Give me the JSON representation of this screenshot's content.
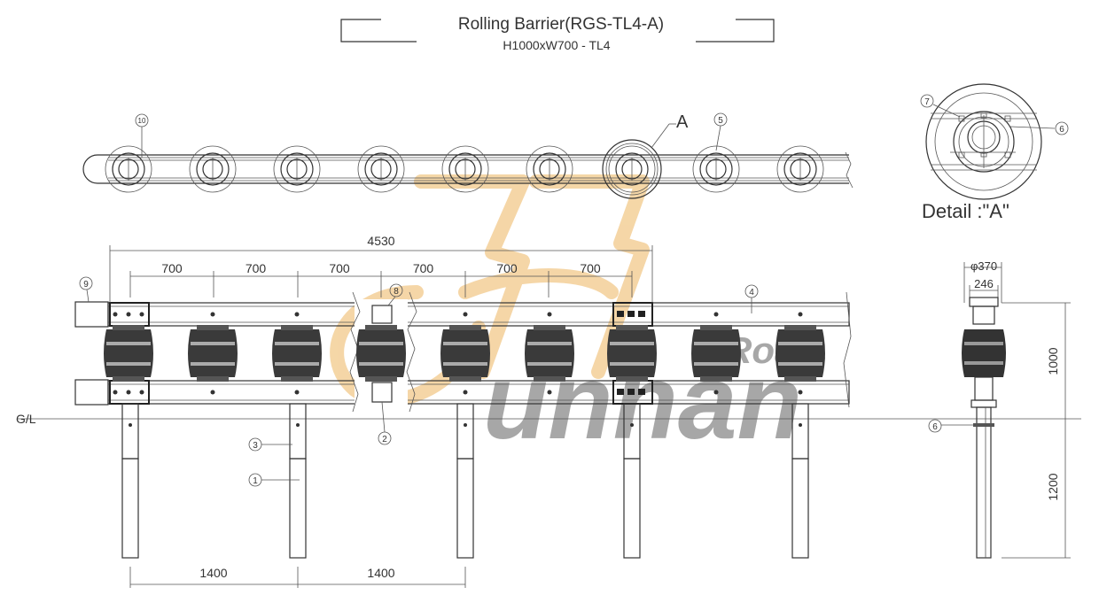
{
  "title": {
    "main": "Rolling Barrier(RGS-TL4-A)",
    "sub": "H1000xW700 - TL4"
  },
  "watermark": {
    "text_main": "unhan",
    "text_small": "Road.",
    "logo_color": "#f2c98a",
    "text_color": "#7a7a7a"
  },
  "detail": {
    "label": "Detail :\"A\"",
    "callout_letter": "A"
  },
  "dimensions": {
    "overall": "4530",
    "spacing": [
      "700",
      "700",
      "700",
      "700",
      "700",
      "700"
    ],
    "post_spacing": [
      "1400",
      "1400"
    ],
    "side_diameter": "φ370",
    "side_width": "246",
    "height_above": "1000",
    "height_below": "1200"
  },
  "ground_label": "G/L",
  "callouts": {
    "c1": "1",
    "c2": "2",
    "c3": "3",
    "c4": "4",
    "c5": "5",
    "c6": "6",
    "c6_detail": "6",
    "c7": "7",
    "c8": "8",
    "c9": "9",
    "c10": "10"
  }
}
